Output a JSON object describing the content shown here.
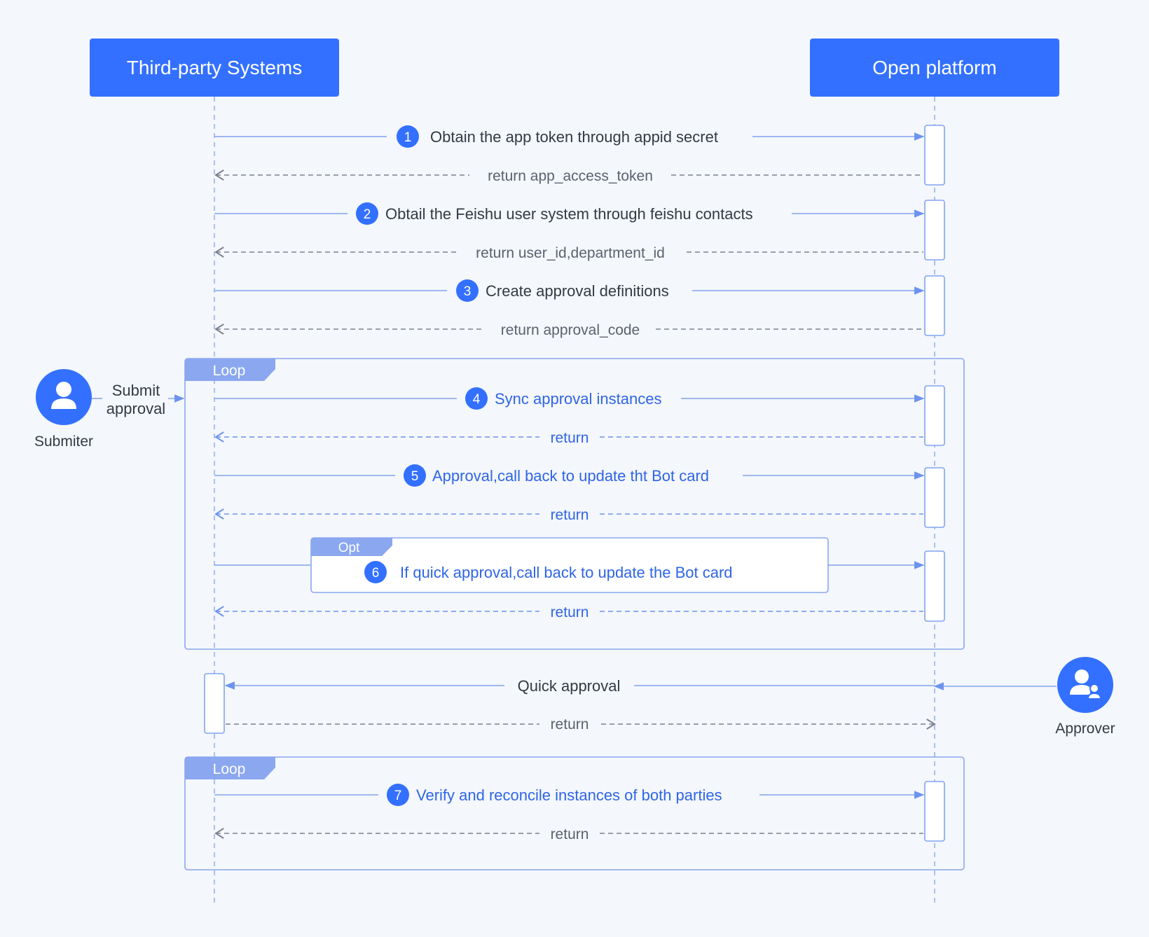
{
  "participants": {
    "left": "Third-party Systems",
    "right": "Open platform"
  },
  "actors": {
    "submitter": {
      "name": "Submiter",
      "action_line1": "Submit",
      "action_line2": "approval",
      "icon": "user-icon"
    },
    "approver": {
      "name": "Approver",
      "icon": "approver-icon"
    }
  },
  "frames": {
    "loop1": "Loop",
    "opt": "Opt",
    "loop2": "Loop"
  },
  "messages": {
    "m1": {
      "num": "1",
      "text": "Obtain the app token through appid secret"
    },
    "r1": "return app_access_token",
    "m2": {
      "num": "2",
      "text": "Obtail the Feishu user system through feishu contacts"
    },
    "r2": "return user_id,department_id",
    "m3": {
      "num": "3",
      "text": "Create approval definitions"
    },
    "r3": "return approval_code",
    "m4": {
      "num": "4",
      "text": "Sync approval instances"
    },
    "r4": "return",
    "m5": {
      "num": "5",
      "text": "Approval,call back to update tht Bot card"
    },
    "r5": "return",
    "m6": {
      "num": "6",
      "text": "If quick approval,call back to update the Bot card"
    },
    "r6": "return",
    "qa": "Quick approval",
    "rqa": "return",
    "m7": {
      "num": "7",
      "text": "Verify and reconcile instances of both parties"
    },
    "r7": "return"
  },
  "colors": {
    "background": "#f4f7fb",
    "primary": "#3370ff",
    "line": "#82a4ee",
    "frame": "#8aa7f0",
    "frame_tab": "#8aa7f0",
    "text_dark": "#333a45",
    "text_gray": "#5b6170",
    "text_blue": "#2f65e6"
  }
}
